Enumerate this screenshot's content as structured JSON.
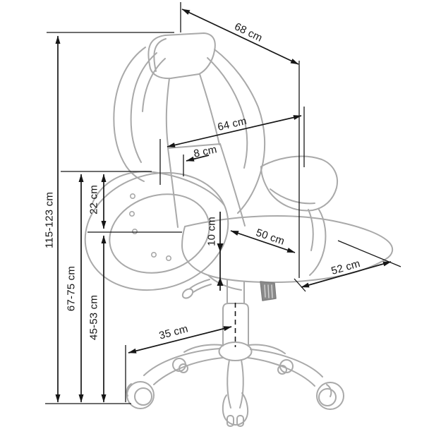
{
  "diagram": {
    "type": "technical-dimension-drawing",
    "subject": "office chair side view with dimension arrows",
    "unit": "cm",
    "dimensions": {
      "overall_height": "115-123 cm",
      "armrest_floor_height": "67-75 cm",
      "seat_height": "45-53 cm",
      "armrest_to_seat": "22 cm",
      "seat_cushion_thickness": "10 cm",
      "backrest_top_width": "68 cm",
      "backrest_mid_width": "64 cm",
      "backrest_thickness": "8 cm",
      "seat_depth": "50 cm",
      "seat_width": "52 cm",
      "base_radius": "35 cm"
    },
    "colors": {
      "dimension_lines": "#161616",
      "chair_outline": "#a9a9a9",
      "background": "#ffffff"
    }
  }
}
